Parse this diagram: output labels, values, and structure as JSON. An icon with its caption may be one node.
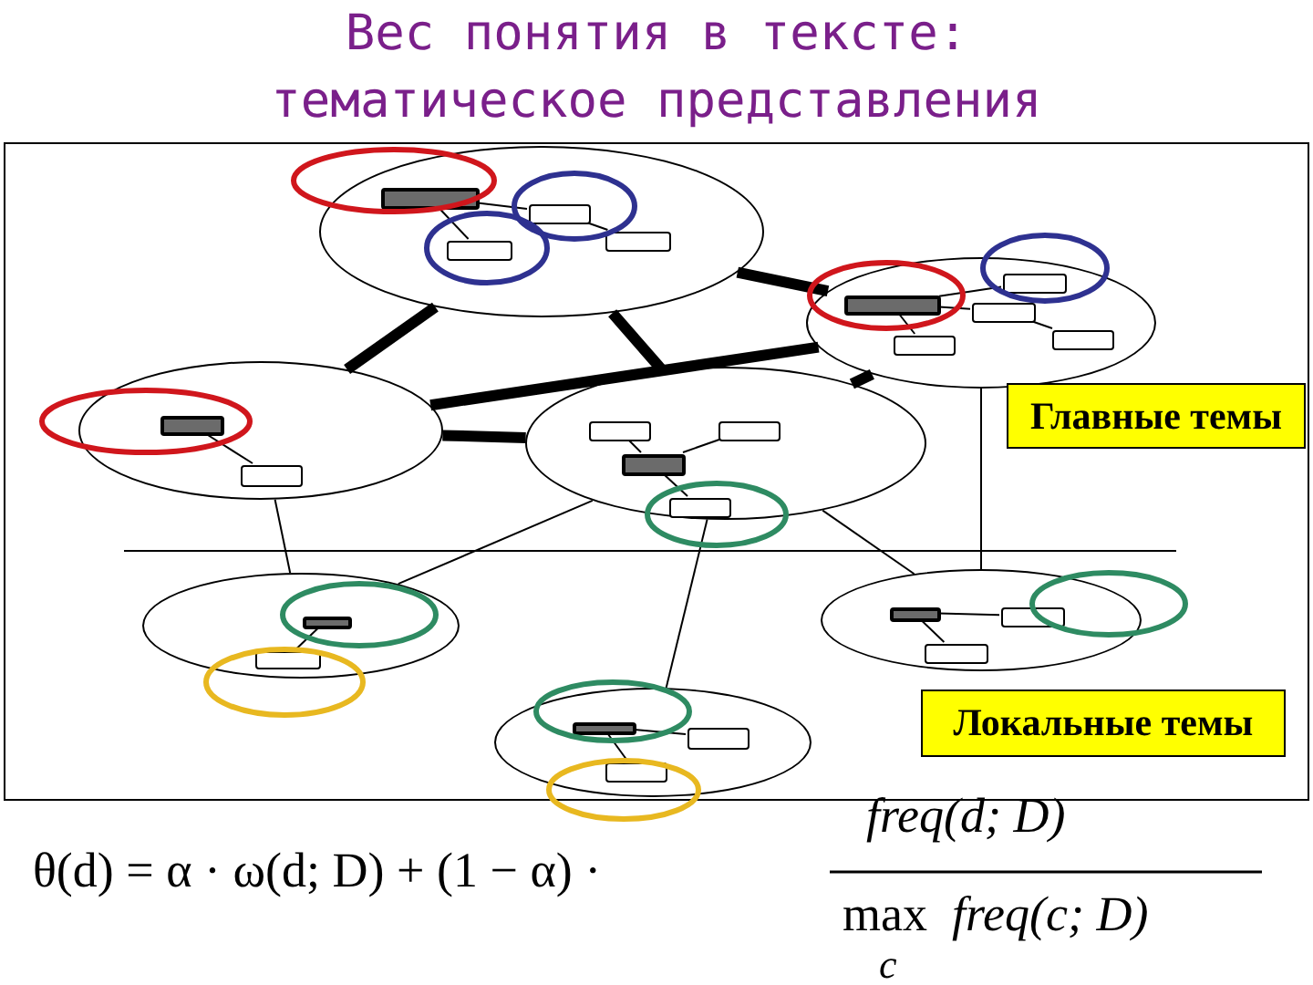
{
  "diagram": {
    "title": "Вес понятия в тексте: тематическое представления",
    "nodes": [
      {
        "text": [],
        "shape": "ellipse"
      },
      {
        "text": [],
        "shape": "box",
        "in": 0
      },
      {
        "text": [],
        "shape": "box",
        "in": 0
      },
      {
        "text": [],
        "shape": "box",
        "in": 0
      },
      {
        "text": [],
        "shape": "box",
        "in": 0
      },
      {
        "text": [],
        "shape": "ellipse"
      },
      {
        "text": [],
        "shape": "box",
        "in": 5
      },
      {
        "text": [],
        "shape": "box",
        "in": 5
      },
      {
        "text": [],
        "shape": "box",
        "in": 5
      },
      {
        "text": [],
        "shape": "box",
        "in": 5
      },
      {
        "text": [],
        "shape": "box",
        "in": 5
      },
      {
        "text": [],
        "shape": "ellipse"
      },
      {
        "text": [],
        "shape": "box",
        "in": 11
      },
      {
        "text": [],
        "shape": "box",
        "in": 11
      },
      {
        "text": [],
        "shape": "ellipse"
      },
      {
        "text": [],
        "shape": "box",
        "in": 14
      },
      {
        "text": [],
        "shape": "box",
        "in": 14
      },
      {
        "text": [],
        "shape": "box",
        "in": 14
      },
      {
        "text": [],
        "shape": "box",
        "in": 14
      },
      {
        "text": [
          "Главные темы"
        ]
      },
      {
        "text": [],
        "shape": "ellipse"
      },
      {
        "text": [],
        "shape": "box",
        "in": 20
      },
      {
        "text": [],
        "shape": "box",
        "in": 20
      },
      {
        "text": [],
        "shape": "ellipse"
      },
      {
        "text": [],
        "shape": "box",
        "in": 23
      },
      {
        "text": [],
        "shape": "box",
        "in": 23
      },
      {
        "text": [],
        "shape": "box",
        "in": 23
      },
      {
        "text": [],
        "shape": "ellipse"
      },
      {
        "text": [],
        "shape": "box",
        "in": 27
      },
      {
        "text": [],
        "shape": "box",
        "in": 27
      },
      {
        "text": [],
        "shape": "box",
        "in": 27
      },
      {
        "text": [
          "Локальные темы"
        ]
      }
    ],
    "edges": [
      {
        "from": 1,
        "to": 2,
        "arrow": "none"
      },
      {
        "from": 1,
        "to": 3,
        "arrow": "none"
      },
      {
        "from": 2,
        "to": 4,
        "arrow": "none"
      },
      {
        "from": 7,
        "to": 6,
        "arrow": "none"
      },
      {
        "from": 7,
        "to": 8,
        "arrow": "none"
      },
      {
        "from": 7,
        "to": 10,
        "arrow": "none"
      },
      {
        "from": 8,
        "to": 9,
        "arrow": "none"
      },
      {
        "from": 12,
        "to": 13,
        "arrow": "none"
      },
      {
        "from": 15,
        "to": 17,
        "arrow": "none"
      },
      {
        "from": 16,
        "to": 17,
        "arrow": "none"
      },
      {
        "from": 17,
        "to": 18,
        "arrow": "none"
      },
      {
        "from": 21,
        "to": 22,
        "arrow": "none"
      },
      {
        "from": 24,
        "to": 25,
        "arrow": "none"
      },
      {
        "from": 24,
        "to": 26,
        "arrow": "none"
      },
      {
        "from": 28,
        "to": 29,
        "arrow": "none"
      },
      {
        "from": 28,
        "to": 30,
        "arrow": "none"
      },
      {
        "from": 0,
        "to": 11,
        "arrow": "none",
        "style": "thick"
      },
      {
        "from": 11,
        "to": 5,
        "arrow": "none",
        "style": "thick"
      },
      {
        "from": 0,
        "to": 5,
        "arrow": "none",
        "style": "thick"
      },
      {
        "from": 0,
        "to": 14,
        "arrow": "none",
        "style": "thick"
      },
      {
        "from": 11,
        "to": 14,
        "arrow": "none",
        "style": "thick"
      },
      {
        "from": 14,
        "to": 5,
        "arrow": "none",
        "style": "thick"
      },
      {
        "from": 11,
        "to": 20,
        "arrow": "none"
      },
      {
        "from": 14,
        "to": 20,
        "arrow": "none"
      },
      {
        "from": 14,
        "to": 27,
        "arrow": "none"
      },
      {
        "from": 14,
        "to": 23,
        "arrow": "none"
      },
      {
        "from": 5,
        "to": 23,
        "arrow": "none"
      }
    ],
    "labels": [
      "θ(d) = α · ω(d; D) + (1 − α) ·",
      "freq(d; D)",
      "max",
      "freq(c; D)",
      "c"
    ]
  }
}
